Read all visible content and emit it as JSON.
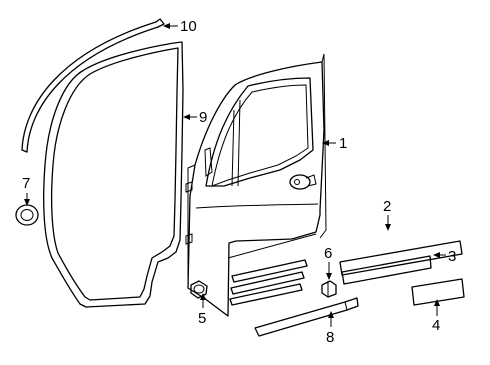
{
  "diagram": {
    "callouts": [
      {
        "id": "c1",
        "label": "1"
      },
      {
        "id": "c2",
        "label": "2"
      },
      {
        "id": "c3",
        "label": "3"
      },
      {
        "id": "c4",
        "label": "4"
      },
      {
        "id": "c5",
        "label": "5"
      },
      {
        "id": "c6",
        "label": "6"
      },
      {
        "id": "c7",
        "label": "7"
      },
      {
        "id": "c8",
        "label": "8"
      },
      {
        "id": "c9",
        "label": "9"
      },
      {
        "id": "c10",
        "label": "10"
      }
    ]
  }
}
